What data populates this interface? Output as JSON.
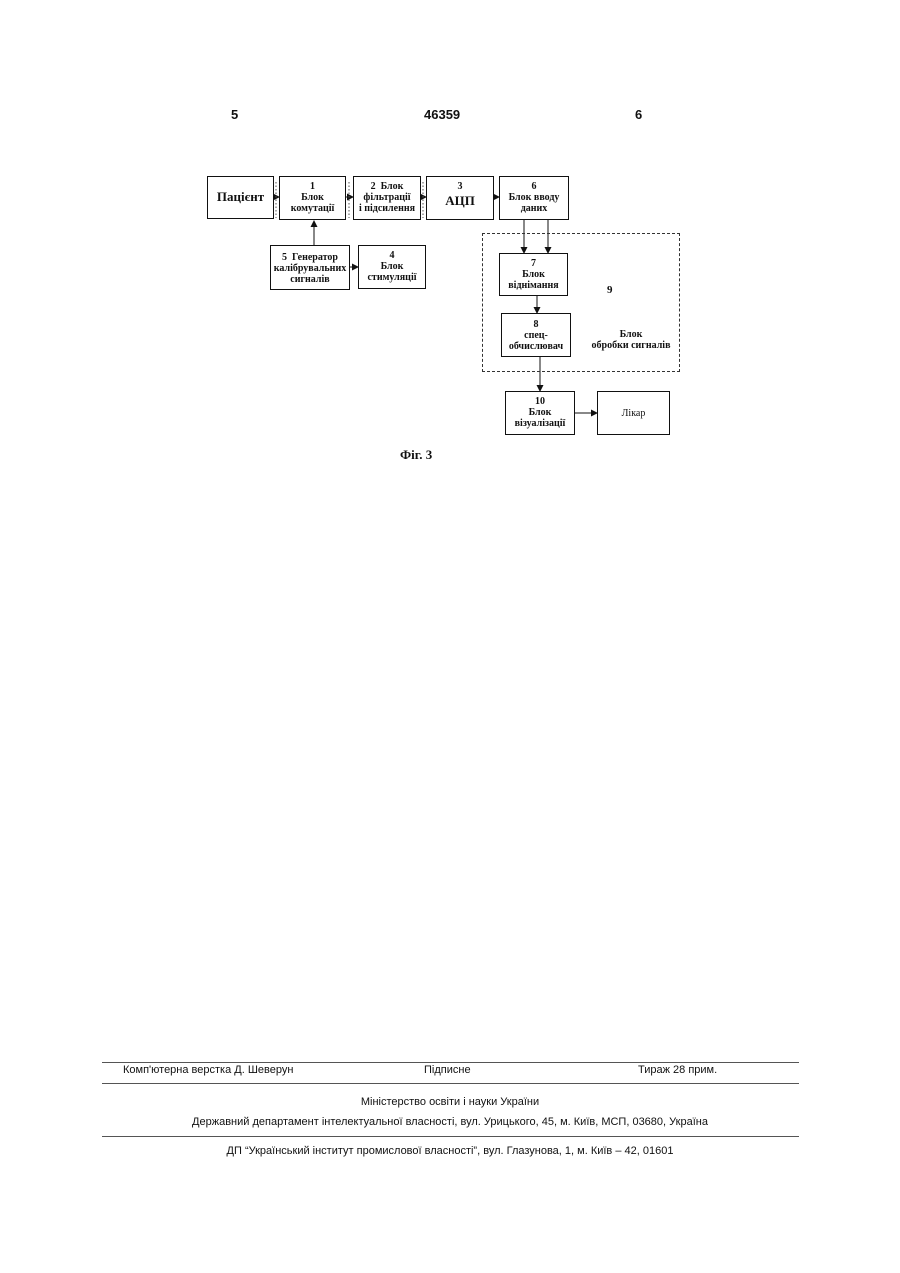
{
  "header": {
    "left_page": "5",
    "patent_number": "46359",
    "right_page": "6"
  },
  "diagram": {
    "patient": "Пацієнт",
    "block1": {
      "num": "1",
      "line1": "Блок",
      "line2": "комутації"
    },
    "block2": {
      "num": "2",
      "line1": "Блок",
      "line2": "фільтрації",
      "line3": "і підсилення"
    },
    "block3": {
      "num": "3",
      "line1": "АЦП"
    },
    "block6": {
      "num": "6",
      "line1": "Блок вводу",
      "line2": "даних"
    },
    "block5": {
      "num": "5",
      "line1": "Генератор",
      "line2": "калібрувальних",
      "line3": "сигналів"
    },
    "block4": {
      "num": "4",
      "line1": "Блок",
      "line2": "стимуляції"
    },
    "block7": {
      "num": "7",
      "line1": "Блок",
      "line2": "віднімання"
    },
    "block8": {
      "num": "8",
      "line1": "спец-",
      "line2": "обчислювач"
    },
    "group9": {
      "num": "9",
      "line1": "Блок",
      "line2": "обробки сигналів"
    },
    "block10": {
      "num": "10",
      "line1": "Блок",
      "line2": "візуалізації"
    },
    "doctor": "Лікар",
    "caption": "Фіг. 3"
  },
  "footer": {
    "typesetting": "Комп'ютерна верстка Д. Шеверун",
    "signed": "Підписне",
    "circulation": "Тираж 28 прим.",
    "ministry": "Міністерство освіти і науки України",
    "department": "Державний департамент інтелектуальної власності, вул. Урицького, 45, м. Київ, МСП, 03680, Україна",
    "institute": "ДП “Український інститут промислової власності”, вул. Глазунова, 1, м. Київ – 42, 01601"
  }
}
